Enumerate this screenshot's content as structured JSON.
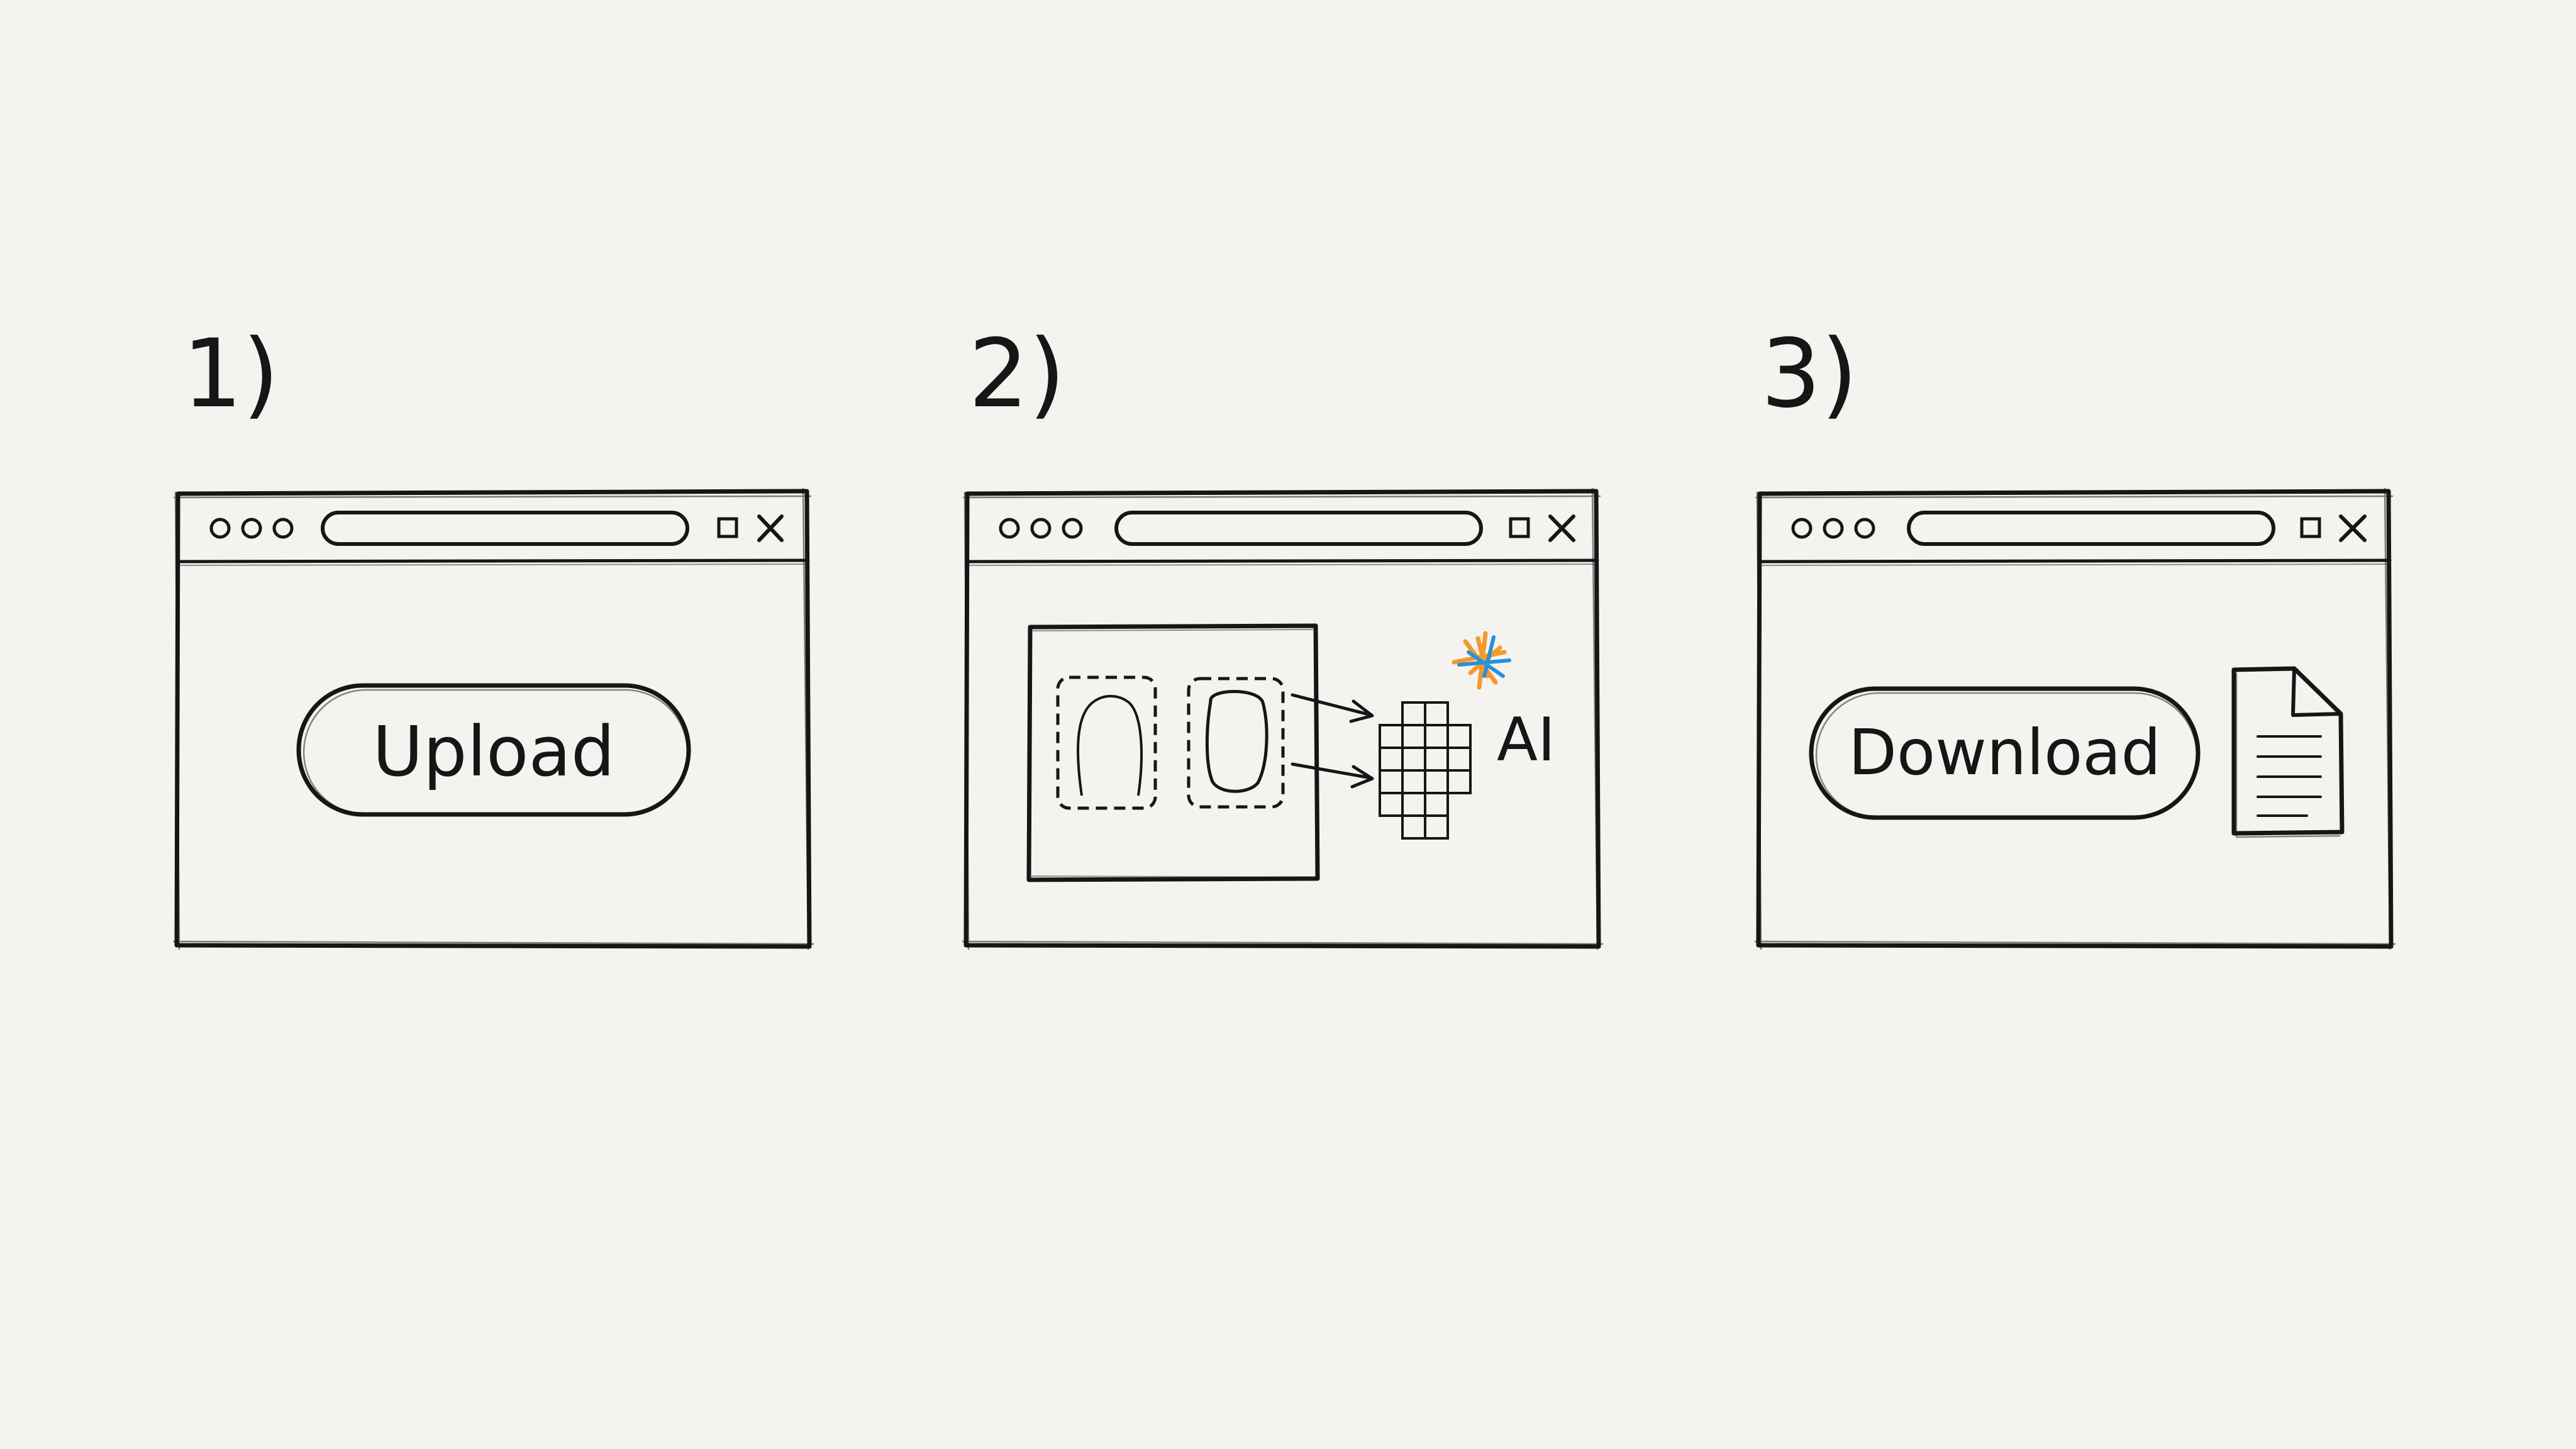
{
  "steps": [
    {
      "number": "1)",
      "button_label": "Upload"
    },
    {
      "number": "2)",
      "badge": "AI"
    },
    {
      "number": "3)",
      "button_label": "Download"
    }
  ],
  "colors": {
    "background": "#f4f3ef",
    "ink": "#161616",
    "spark_orange": "#f39a2b",
    "spark_blue": "#2b8fd9"
  },
  "icons": [
    "browser-dots-icon",
    "maximize-icon",
    "close-icon",
    "sparkle-icon",
    "document-icon",
    "grid-icon",
    "arrow-icon"
  ]
}
